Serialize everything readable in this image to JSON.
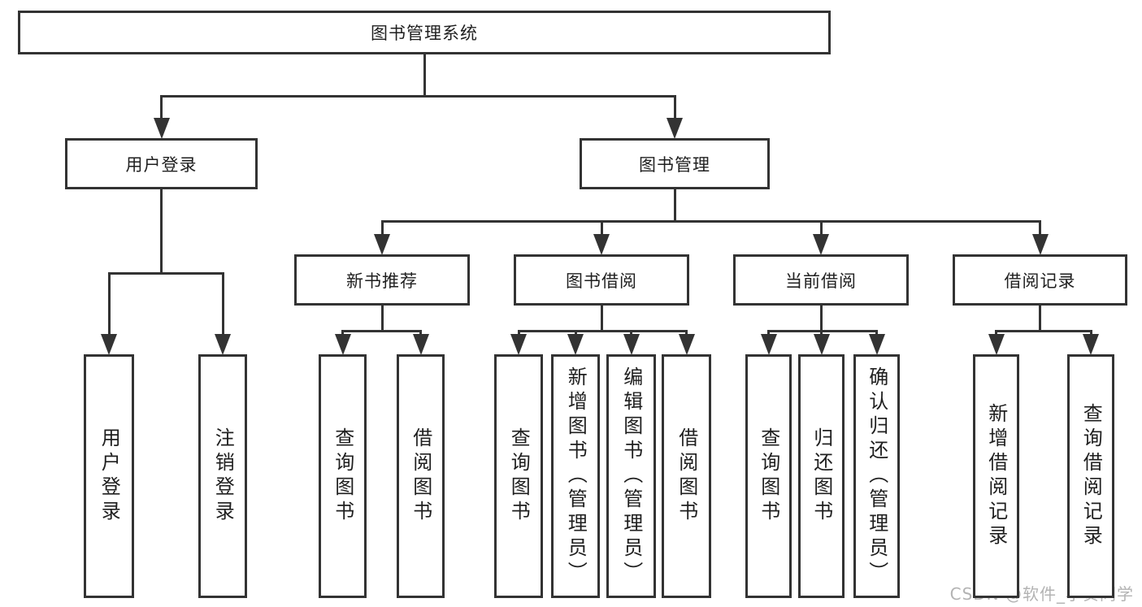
{
  "diagram": {
    "watermark": "CSDN @软件_小贺同学",
    "colors": {
      "line": "#333333",
      "box_border": "#333333",
      "text": "#1f1f1f",
      "watermark": "#b3b3b3",
      "background": "#ffffff"
    },
    "nodes": [
      {
        "id": "root",
        "label": "图书管理系统"
      },
      {
        "id": "user-login",
        "label": "用户登录"
      },
      {
        "id": "book-mgmt",
        "label": "图书管理"
      },
      {
        "id": "new-book-rec",
        "label": "新书推荐"
      },
      {
        "id": "book-borrow",
        "label": "图书借阅"
      },
      {
        "id": "current-borrow",
        "label": "当前借阅"
      },
      {
        "id": "borrow-record",
        "label": "借阅记录"
      },
      {
        "id": "leaf-user-login",
        "label": "用户登录"
      },
      {
        "id": "leaf-logout",
        "label": "注销登录"
      },
      {
        "id": "leaf-nr-query",
        "label": "查询图书"
      },
      {
        "id": "leaf-nr-borrow",
        "label": "借阅图书"
      },
      {
        "id": "leaf-bb-query",
        "label": "查询图书"
      },
      {
        "id": "leaf-bb-add",
        "label": "新增图书（管理员）"
      },
      {
        "id": "leaf-bb-edit",
        "label": "编辑图书（管理员）"
      },
      {
        "id": "leaf-bb-borrow",
        "label": "借阅图书"
      },
      {
        "id": "leaf-cb-query",
        "label": "查询图书"
      },
      {
        "id": "leaf-cb-return",
        "label": "归还图书"
      },
      {
        "id": "leaf-cb-confirm",
        "label": "确认归还（管理员）"
      },
      {
        "id": "leaf-br-add",
        "label": "新增借阅记录"
      },
      {
        "id": "leaf-br-query",
        "label": "查询借阅记录"
      }
    ],
    "edges": [
      {
        "from": "root",
        "to": [
          "user-login",
          "book-mgmt"
        ]
      },
      {
        "from": "user-login",
        "to": [
          "leaf-user-login",
          "leaf-logout"
        ]
      },
      {
        "from": "book-mgmt",
        "to": [
          "new-book-rec",
          "book-borrow",
          "current-borrow",
          "borrow-record"
        ]
      },
      {
        "from": "new-book-rec",
        "to": [
          "leaf-nr-query",
          "leaf-nr-borrow"
        ]
      },
      {
        "from": "book-borrow",
        "to": [
          "leaf-bb-query",
          "leaf-bb-add",
          "leaf-bb-edit",
          "leaf-bb-borrow"
        ]
      },
      {
        "from": "current-borrow",
        "to": [
          "leaf-cb-query",
          "leaf-cb-return",
          "leaf-cb-confirm"
        ]
      },
      {
        "from": "borrow-record",
        "to": [
          "leaf-br-add",
          "leaf-br-query"
        ]
      }
    ]
  }
}
